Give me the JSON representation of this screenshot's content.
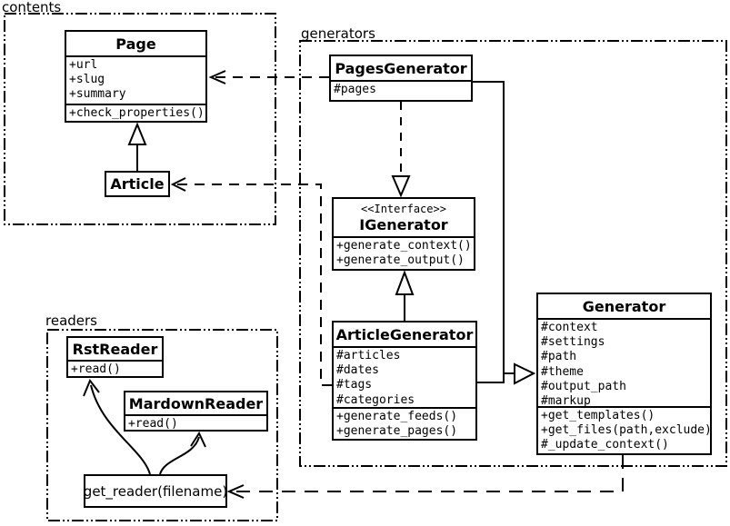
{
  "packages": {
    "contents": {
      "label": "contents"
    },
    "generators": {
      "label": "generators"
    },
    "readers": {
      "label": "readers"
    }
  },
  "classes": {
    "page": {
      "title": "Page",
      "attributes": [
        "+url",
        "+slug",
        "+summary"
      ],
      "methods": [
        "+check_properties()"
      ]
    },
    "article": {
      "title": "Article"
    },
    "pages_generator": {
      "title": "PagesGenerator",
      "attributes": [
        "#pages"
      ]
    },
    "igenerator": {
      "stereotype": "<<Interface>>",
      "title": "IGenerator",
      "methods": [
        "+generate_context()",
        "+generate_output()"
      ]
    },
    "article_generator": {
      "title": "ArticleGenerator",
      "attributes": [
        "#articles",
        "#dates",
        "#tags",
        "#categories"
      ],
      "methods": [
        "+generate_feeds()",
        "+generate_pages()"
      ]
    },
    "generator": {
      "title": "Generator",
      "attributes": [
        "#context",
        "#settings",
        "#path",
        "#theme",
        "#output_path",
        "#markup"
      ],
      "methods": [
        "+get_templates()",
        "+get_files(path,exclude)",
        "#_update_context()"
      ]
    },
    "rst_reader": {
      "title": "RstReader",
      "methods": [
        "+read()"
      ]
    },
    "mardown_reader": {
      "title": "MardownReader",
      "methods": [
        "+read()"
      ]
    },
    "get_reader": {
      "title": "get_reader(filename)"
    }
  },
  "colors": {
    "line": "#000000",
    "background": "#ffffff"
  }
}
